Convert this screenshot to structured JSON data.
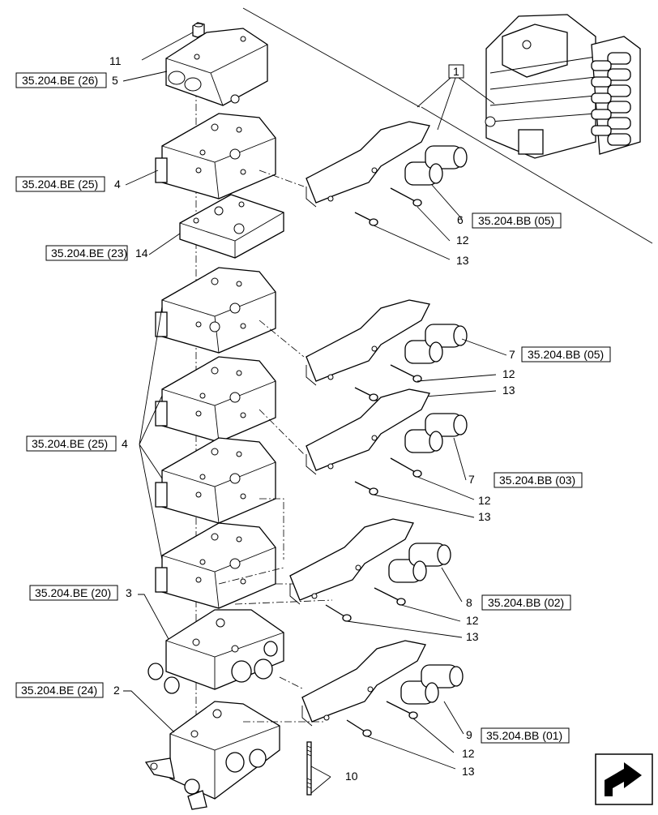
{
  "references": [
    {
      "id": "ref-26",
      "text": "35.204.BE (26)"
    },
    {
      "id": "ref-25a",
      "text": "35.204.BE (25)"
    },
    {
      "id": "ref-23",
      "text": "35.204.BE (23)"
    },
    {
      "id": "ref-25b",
      "text": "35.204.BE (25)"
    },
    {
      "id": "ref-20",
      "text": "35.204.BE (20)"
    },
    {
      "id": "ref-24",
      "text": "35.204.BE (24)"
    },
    {
      "id": "ref-bb05a",
      "text": "35.204.BB (05)"
    },
    {
      "id": "ref-bb05b",
      "text": "35.204.BB (05)"
    },
    {
      "id": "ref-bb03",
      "text": "35.204.BB (03)"
    },
    {
      "id": "ref-bb02",
      "text": "35.204.BB (02)"
    },
    {
      "id": "ref-bb01",
      "text": "35.204.BB (01)"
    }
  ],
  "callouts": {
    "c11": "11",
    "c5": "5",
    "c4a": "4",
    "c14": "14",
    "c4b": "4",
    "c3": "3",
    "c2": "2",
    "c6": "6",
    "c12a": "12",
    "c13a": "13",
    "c7a": "7",
    "c12b": "12",
    "c13b": "13",
    "c7b": "7",
    "c12c": "12",
    "c13c": "13",
    "c8": "8",
    "c12d": "12",
    "c13d": "13",
    "c9": "9",
    "c12e": "12",
    "c13e": "13",
    "c10": "10"
  },
  "assembly_box": "1",
  "icons": {
    "nav": "return-arrow-icon"
  }
}
